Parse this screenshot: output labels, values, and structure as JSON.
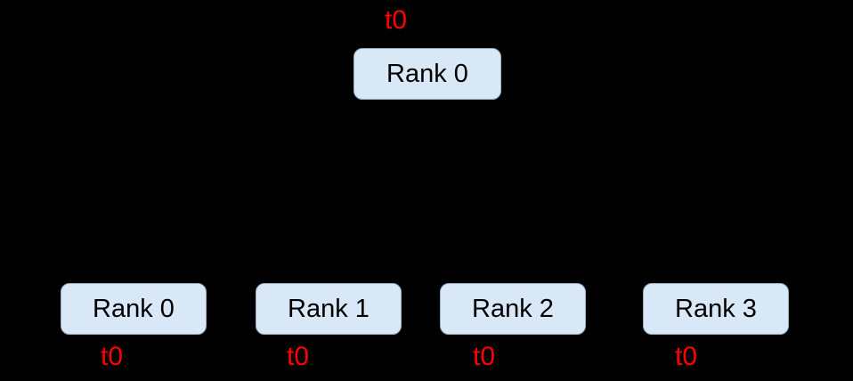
{
  "diagram": {
    "background_color": "#000000",
    "node_fill_color": "#d9e8f7",
    "node_border_color": "#9bb0c4",
    "node_text_color": "#000000",
    "time_label_color": "#ff0000",
    "root": {
      "label": "Rank 0",
      "time_label": "t0"
    },
    "children": [
      {
        "label": "Rank 0",
        "time_label": "t0"
      },
      {
        "label": "Rank 1",
        "time_label": "t0"
      },
      {
        "label": "Rank 2",
        "time_label": "t0"
      },
      {
        "label": "Rank 3",
        "time_label": "t0"
      }
    ]
  }
}
